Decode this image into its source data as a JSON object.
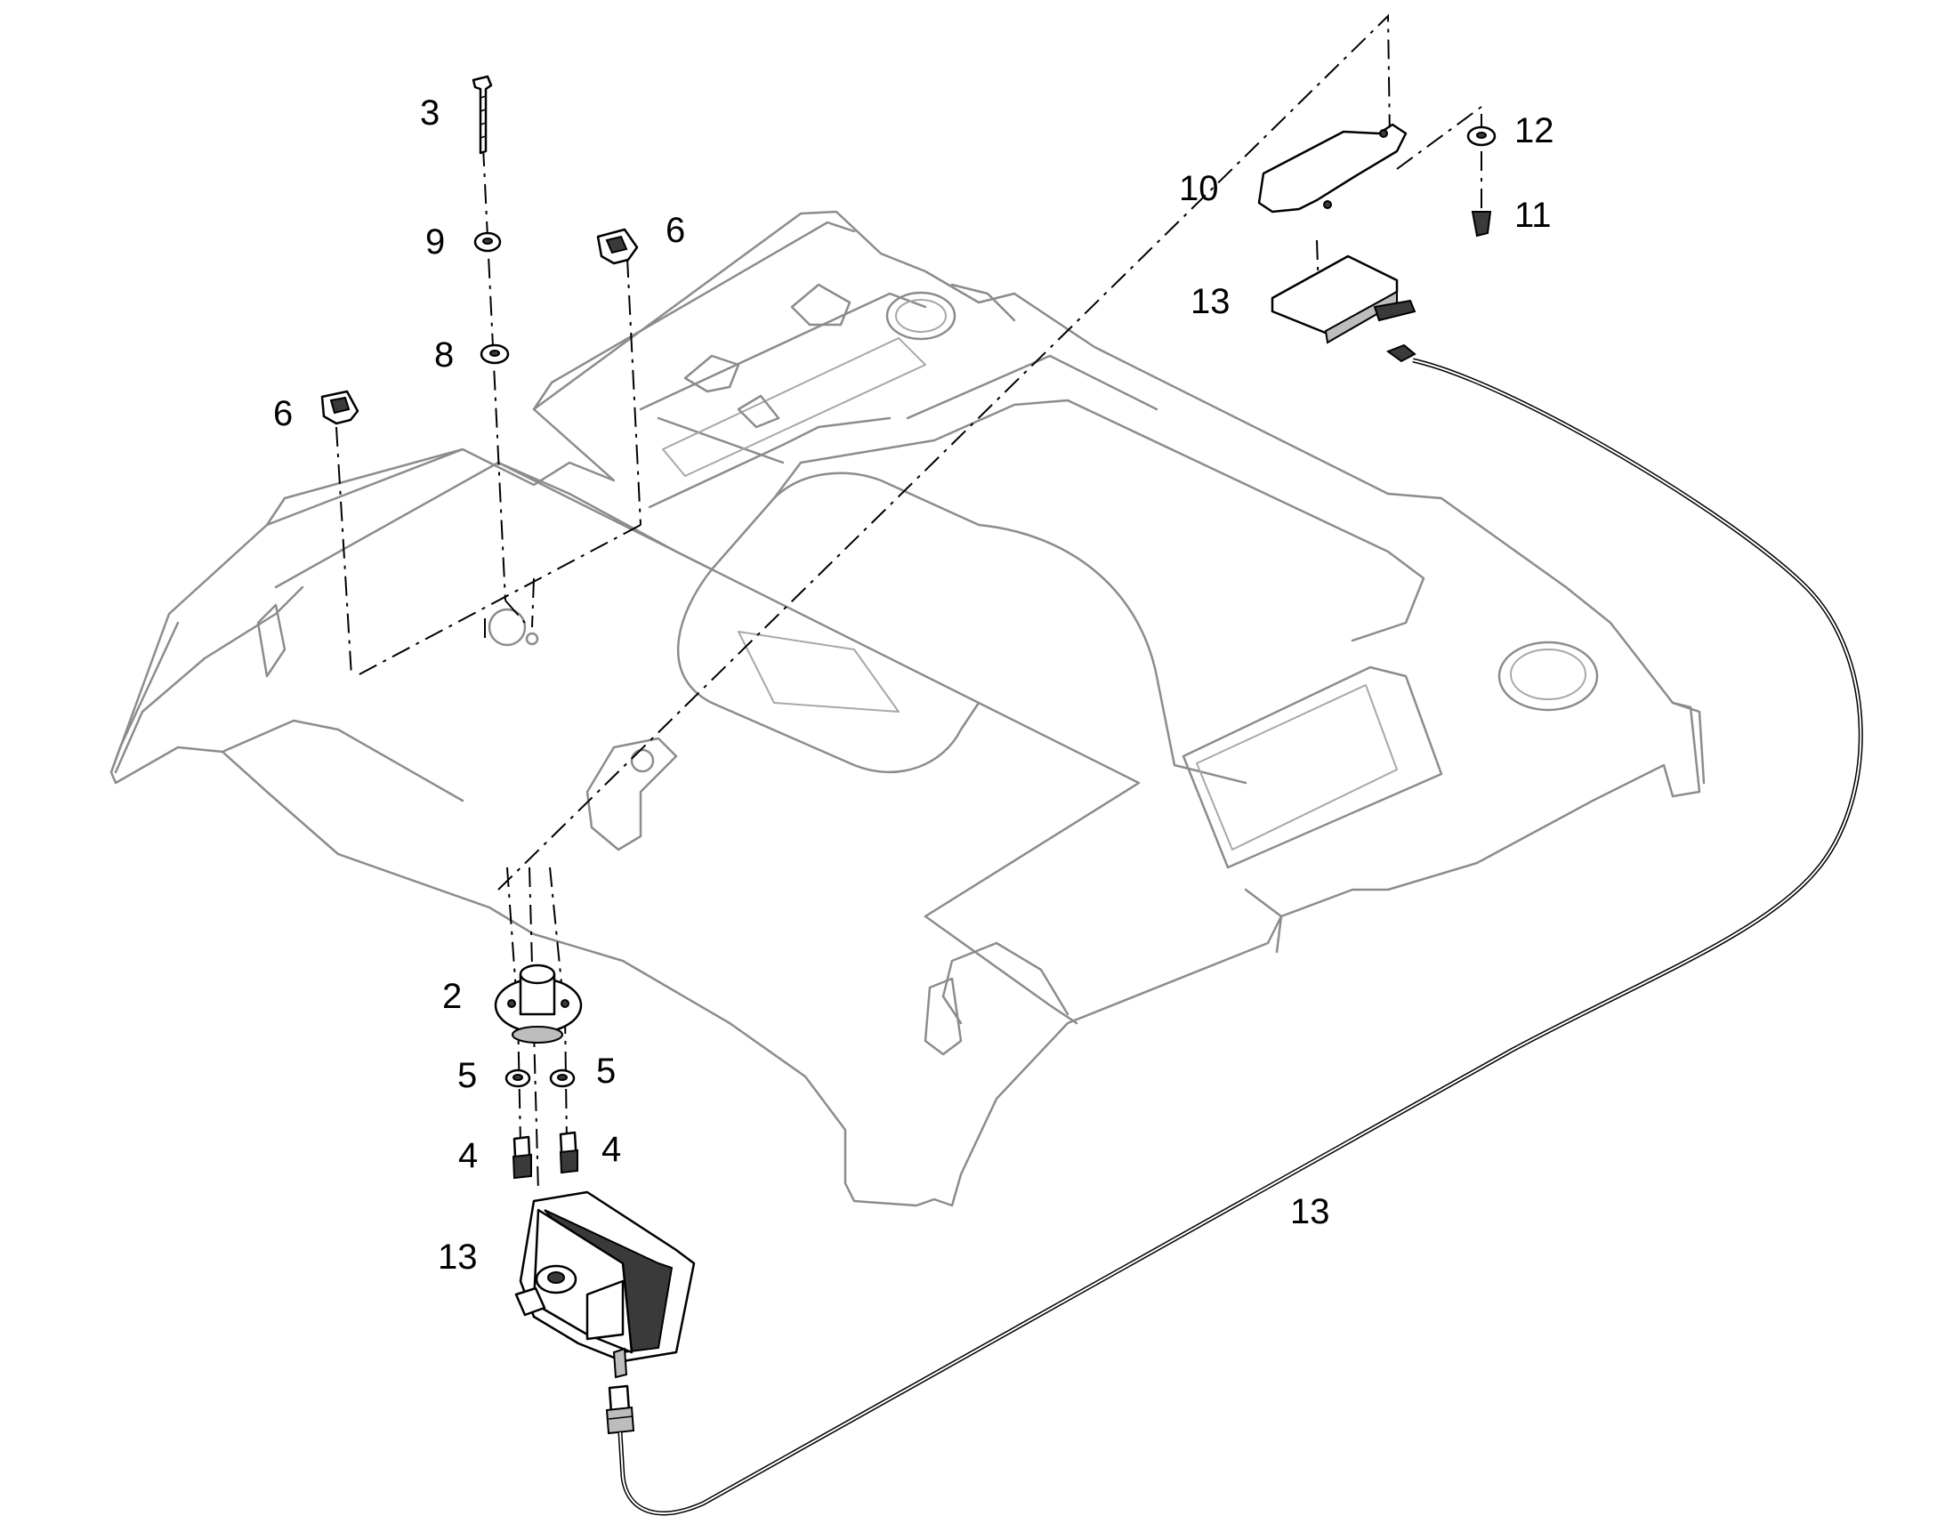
{
  "diagram": {
    "callouts": {
      "c2": "2",
      "c3": "3",
      "c4a": "4",
      "c4b": "4",
      "c5a": "5",
      "c5b": "5",
      "c6a": "6",
      "c6b": "6",
      "c8": "8",
      "c9": "9",
      "c10": "10",
      "c11": "11",
      "c12": "12",
      "c13a": "13",
      "c13b": "13",
      "c13c": "13"
    }
  }
}
